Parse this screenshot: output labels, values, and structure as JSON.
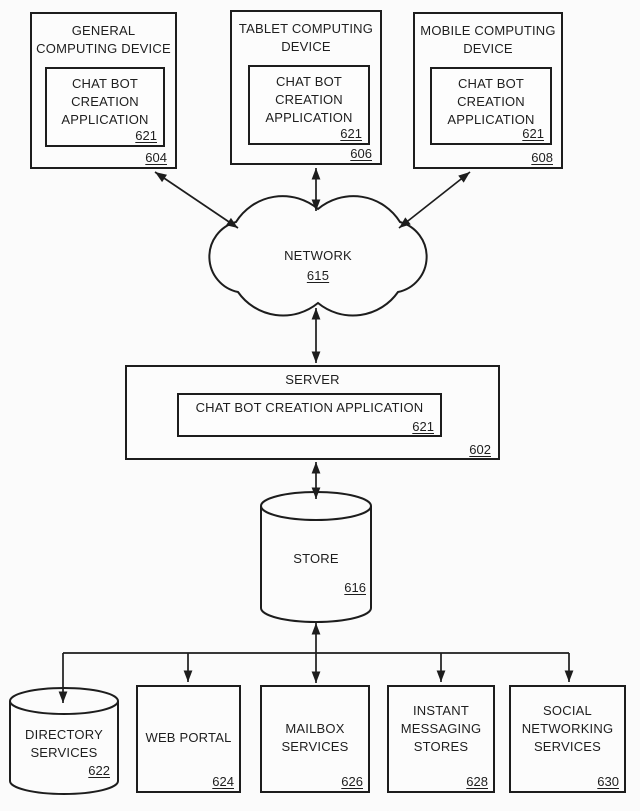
{
  "devices": [
    {
      "title_lines": [
        "GENERAL",
        "COMPUTING DEVICE"
      ],
      "app_lines": [
        "CHAT BOT",
        "CREATION",
        "APPLICATION"
      ],
      "app_ref": "621",
      "ref": "604"
    },
    {
      "title_lines": [
        "TABLET COMPUTING",
        "DEVICE"
      ],
      "app_lines": [
        "CHAT BOT",
        "CREATION",
        "APPLICATION"
      ],
      "app_ref": "621",
      "ref": "606"
    },
    {
      "title_lines": [
        "MOBILE COMPUTING",
        "DEVICE"
      ],
      "app_lines": [
        "CHAT BOT",
        "CREATION",
        "APPLICATION"
      ],
      "app_ref": "621",
      "ref": "608"
    }
  ],
  "network": {
    "label": "NETWORK",
    "ref": "615"
  },
  "server": {
    "label": "SERVER",
    "app_label": "CHAT BOT CREATION APPLICATION",
    "app_ref": "621",
    "ref": "602"
  },
  "store": {
    "label": "STORE",
    "ref": "616"
  },
  "services": [
    {
      "label_lines": [
        "DIRECTORY",
        "SERVICES"
      ],
      "ref": "622",
      "shape": "cylinder"
    },
    {
      "label_lines": [
        "WEB PORTAL"
      ],
      "ref": "624",
      "shape": "box"
    },
    {
      "label_lines": [
        "MAILBOX",
        "SERVICES"
      ],
      "ref": "626",
      "shape": "box"
    },
    {
      "label_lines": [
        "INSTANT",
        "MESSAGING",
        "STORES"
      ],
      "ref": "628",
      "shape": "box"
    },
    {
      "label_lines": [
        "SOCIAL",
        "NETWORKING",
        "SERVICES"
      ],
      "ref": "630",
      "shape": "box"
    }
  ],
  "colors": {
    "line": "#1d1d1d",
    "background": "#fbfbfb",
    "text": "#1e1e1e"
  }
}
